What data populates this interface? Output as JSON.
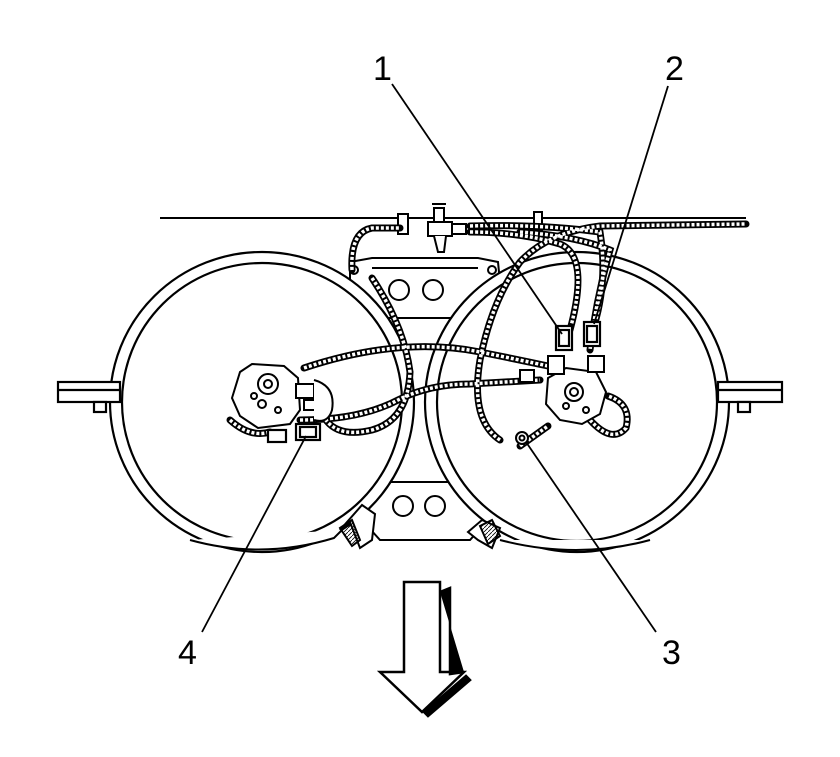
{
  "callouts": {
    "c1": "1",
    "c2": "2",
    "c3": "3",
    "c4": "4"
  },
  "colors": {
    "ink": "#000000",
    "paper": "#ffffff"
  },
  "icons": {
    "direction": "down-arrow-icon"
  }
}
